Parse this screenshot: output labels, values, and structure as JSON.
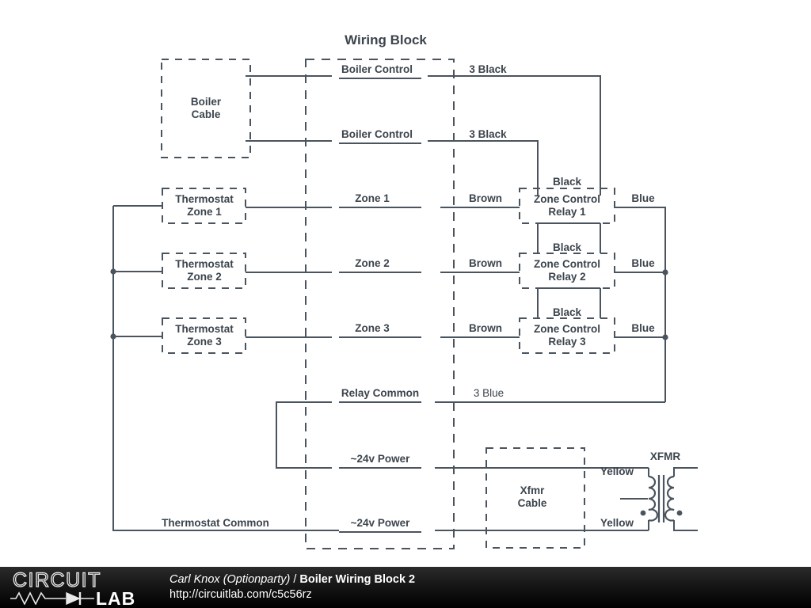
{
  "diagram": {
    "title": "Wiring Block",
    "blocks": {
      "boiler_cable": [
        "Boiler",
        "Cable"
      ],
      "thermostat_zone_1": [
        "Thermostat",
        "Zone 1"
      ],
      "thermostat_zone_2": [
        "Thermostat",
        "Zone 2"
      ],
      "thermostat_zone_3": [
        "Thermostat",
        "Zone 3"
      ],
      "zone_control_relay_1": [
        "Zone Control",
        "Relay 1"
      ],
      "zone_control_relay_2": [
        "Zone Control",
        "Relay 2"
      ],
      "zone_control_relay_3": [
        "Zone Control",
        "Relay 3"
      ],
      "xfmr_cable": [
        "Xfmr",
        "Cable"
      ],
      "xfmr_label": "XFMR"
    },
    "terminals": [
      {
        "name": "boiler-control-1",
        "text": "Boiler Control"
      },
      {
        "name": "boiler-control-2",
        "text": "Boiler Control"
      },
      {
        "name": "zone-1",
        "text": "Zone 1"
      },
      {
        "name": "zone-2",
        "text": "Zone 2"
      },
      {
        "name": "zone-3",
        "text": "Zone 3"
      },
      {
        "name": "relay-common",
        "text": "Relay Common"
      },
      {
        "name": "24v-power-upper",
        "text": "~24v Power"
      },
      {
        "name": "24v-power-lower",
        "text": "~24v Power"
      }
    ],
    "wire_labels": {
      "three_black_1": "3 Black",
      "three_black_2": "3 Black",
      "black_1": "Black",
      "black_2": "Black",
      "black_3": "Black",
      "brown_1": "Brown",
      "brown_2": "Brown",
      "brown_3": "Brown",
      "blue_1": "Blue",
      "blue_2": "Blue",
      "blue_3": "Blue",
      "three_blue": "3 Blue",
      "yellow_top": "Yellow",
      "yellow_bottom": "Yellow",
      "thermostat_common": "Thermostat Common"
    },
    "colors": {
      "ink": "#3c444c",
      "wire": "#4a545e",
      "background": "#ffffff"
    }
  },
  "footer": {
    "logo_word_1": "CIRCUIT",
    "logo_word_2": "LAB",
    "author": "Carl Knox (Optionparty)",
    "separator": " / ",
    "title": "Boiler Wiring Block 2",
    "url": "http://circuitlab.com/c5c56rz"
  }
}
